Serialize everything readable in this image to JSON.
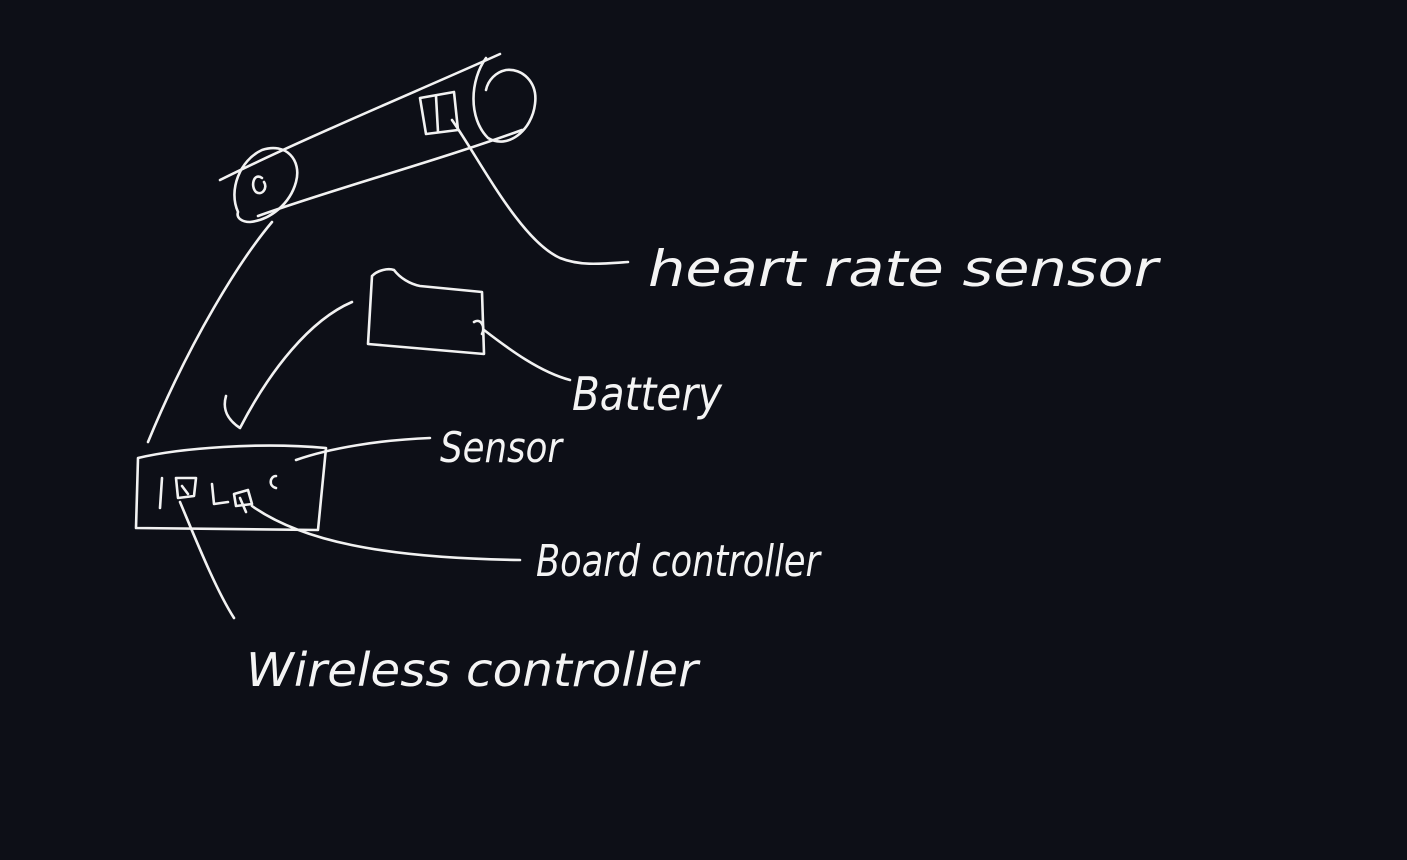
{
  "background_color": "#0d0f17",
  "stroke_color": "#f2f2f2",
  "labels": {
    "heart_rate_sensor": "heart rate sensor",
    "battery": "Battery",
    "sensor": "Sensor",
    "board_controller": "Board controller",
    "wireless_controller": "Wireless controller"
  }
}
